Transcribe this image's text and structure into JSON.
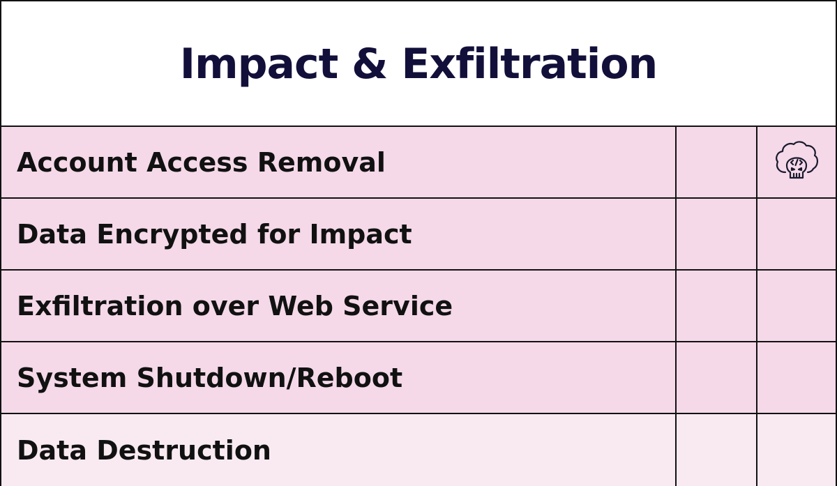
{
  "title": "Impact & Exfiltration",
  "colors": {
    "row_bg": "#f5d9e8",
    "last_row_bg": "#f9eaf2",
    "title_color": "#12103a",
    "border": "#111111"
  },
  "rows": [
    {
      "label": "Account Access Removal",
      "icon": "cloud-skull-code-icon"
    },
    {
      "label": "Data Encrypted for Impact",
      "icon": ""
    },
    {
      "label": "Exfiltration over Web Service",
      "icon": ""
    },
    {
      "label": "System Shutdown/Reboot",
      "icon": ""
    },
    {
      "label": "Data Destruction",
      "icon": ""
    }
  ]
}
